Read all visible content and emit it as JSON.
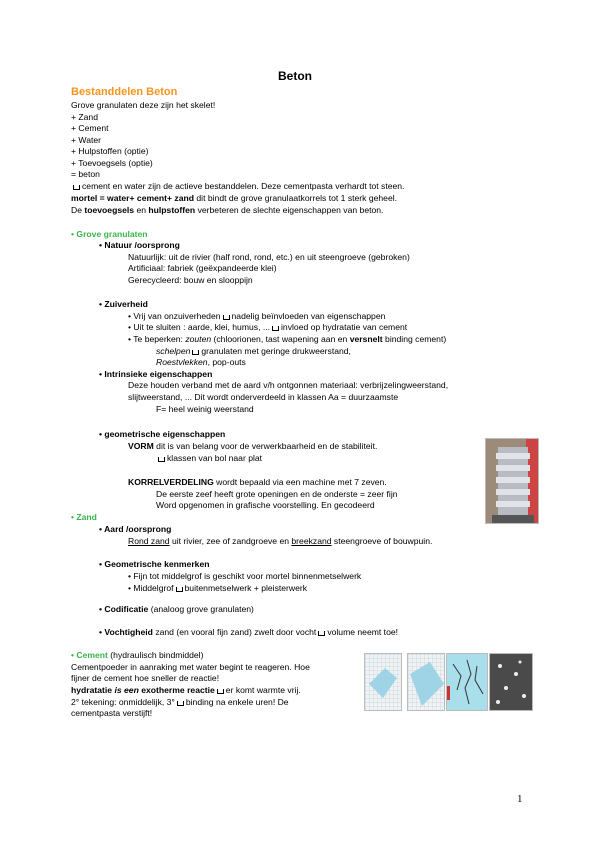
{
  "title": "Beton",
  "section_heading": "Bestanddelen Beton",
  "intro": [
    "Grove granulaten deze zijn het skelet!",
    "+ Zand",
    "+ Cement",
    "+ Water",
    "+ Hulpstoffen (optie)",
    "+ Toevoegsels (optie)",
    "= beton"
  ],
  "line_cementpasta": "cement en water zijn de actieve bestanddelen. Deze cementpasta verhardt tot steen.",
  "mortel_bold": "mortel = water+ cement+ zand",
  "mortel_rest": " dit bindt de grove granulaatkorrels tot 1 sterk geheel.",
  "toevoeg_pre": "De ",
  "toevoeg_b1": "toevoegsels",
  "toevoeg_mid": " en ",
  "toevoeg_b2": "hulpstoffen",
  "toevoeg_rest": " verbeteren de slechte eigenschappen van beton.",
  "grove": {
    "heading": "• Grove granulaten",
    "natuur": {
      "label": "• Natuur /oorsprong",
      "lines": [
        "Natuurlijk: uit de rivier (half rond, rond, etc.) en uit steengroeve (gebroken)",
        "Artificiaal: fabriek (geëxpandeerde klei)",
        "Gerecycleerd: bouw en slooppijn"
      ]
    },
    "zuiverheid": {
      "label": "• Zuiverheid",
      "b1_pre": "• Vrij van onzuiverheden",
      "b1_post": "nadelig beïnvloeden van eigenschappen",
      "b2_pre": "• Uit te sluiten : aarde, klei, humus, ...",
      "b2_post": "invloed op hydratatie van cement",
      "b3_pre": "• Te beperken: ",
      "b3_it": "zouten",
      "b3_mid": " (chloorionen, tast wapening aan en ",
      "b3_bold": "versnelt",
      "b3_post": " binding cement)",
      "schelpen_it": "schelpen",
      "schelpen_post": "granulaten met geringe drukweerstand,",
      "roest_it": "Roestvlekken",
      "roest_post": ", pop-outs"
    },
    "intrinsiek": {
      "label": "• Intrinsieke eigenschappen",
      "line1": "Deze houden verband met de aard v/h ontgonnen materiaal: verbrijzelingweerstand,",
      "line2": "slijtweerstand, ...  Dit wordt onderverdeeld in klassen Aa = duurzaamste",
      "line3": "F= heel weinig weerstand"
    },
    "geometrisch": {
      "label": "• geometrische eigenschappen",
      "vorm_bold": "VORM",
      "vorm_rest": " dit is van belang voor de verwerkbaarheid en de stabiliteit.",
      "vorm_sub": "klassen van bol naar plat",
      "korrel_bold": "KORRELVERDELING",
      "korrel_rest": " wordt bepaald via een machine met 7 zeven.",
      "korrel_l2": "De eerste zeef heeft grote openingen en de onderste = zeer fijn",
      "korrel_l3": "Word opgenomen in grafische voorstelling. En gecodeerd"
    }
  },
  "zand": {
    "heading": "• Zand",
    "aard_label": "• Aard /oorsprong",
    "aard_u1": "Rond zand",
    "aard_mid": " uit rivier, zee of zandgroeve en ",
    "aard_u2": "breekzand",
    "aard_post": " steengroeve of bouwpuin.",
    "geo_label": "• Geometrische kenmerken",
    "geo_b1": "• Fijn tot middelgrof is geschikt voor mortel binnenmetselwerk",
    "geo_b2_pre": "• Middelgrof",
    "geo_b2_post": "buitenmetselwerk + pleisterwerk",
    "codif_bold": "• Codificatie",
    "codif_rest": " (analoog grove granulaten)",
    "vocht_bold": "• Vochtigheid",
    "vocht_rest": " zand (en vooral fijn zand) zwelt door vocht",
    "vocht_post": "volume neemt toe!"
  },
  "cement": {
    "heading": "• Cement",
    "heading_rest": " (hydraulisch bindmiddel)",
    "line1": "Cementpoeder in aanraking met water begint te reageren. Hoe",
    "line2": "fijner de cement hoe sneller de reactie!",
    "hyd_b1": "hydratatie ",
    "hyd_bi": "is een",
    "hyd_b2": " exotherme reactie",
    "hyd_post": "er komt warmte vrij.",
    "line4_pre": "2° tekening: onmiddelijk, 3°",
    "line4_post": "binding na enkele uren! De",
    "line5": "cementpasta verstijft!"
  },
  "page_number": "1",
  "colors": {
    "orange": "#f7941d",
    "green": "#39b54a"
  }
}
